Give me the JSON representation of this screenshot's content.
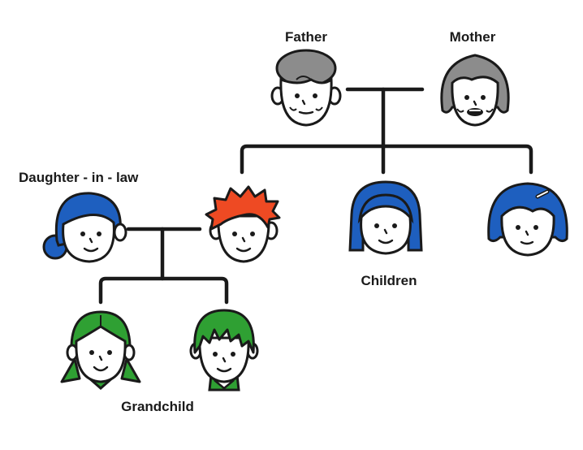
{
  "labels": {
    "father": "Father",
    "mother": "Mother",
    "daughter_in_law": "Daughter - in - law",
    "children": "Children",
    "grandchild": "Grandchild"
  },
  "colors": {
    "outline": "#1a1a1a",
    "grandparent_hair": "#8c8c8c",
    "son_hair": "#ee4a23",
    "children_hair": "#1e5fbf",
    "grandchild_hair": "#2fa033"
  },
  "members": [
    {
      "role": "father",
      "icon": "grandfather-icon"
    },
    {
      "role": "mother",
      "icon": "grandmother-icon"
    },
    {
      "role": "son",
      "icon": "son-icon"
    },
    {
      "role": "daughter",
      "icon": "daughter-long-hair-icon"
    },
    {
      "role": "daughter",
      "icon": "daughter-bob-hair-icon"
    },
    {
      "role": "daughter-in-law",
      "icon": "daughter-in-law-icon"
    },
    {
      "role": "grandchild",
      "icon": "granddaughter-icon"
    },
    {
      "role": "grandchild",
      "icon": "grandson-icon"
    }
  ]
}
